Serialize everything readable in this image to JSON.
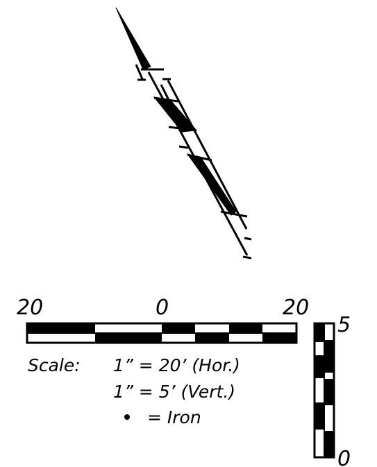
{
  "scale_bar": {
    "horizontal_labels": {
      "left": "20",
      "center": "0",
      "right": "20"
    },
    "vertical_labels": {
      "top": "5",
      "bottom": "0"
    }
  },
  "legend": {
    "prefix": "Scale:",
    "line1": "1”  =  20’ (Hor.)",
    "line2": "1”  =  5’ (Vert.)",
    "line3": "=  Iron",
    "iron_symbol": "dot"
  },
  "colors": {
    "ink": "#000000",
    "paper": "#ffffff"
  }
}
